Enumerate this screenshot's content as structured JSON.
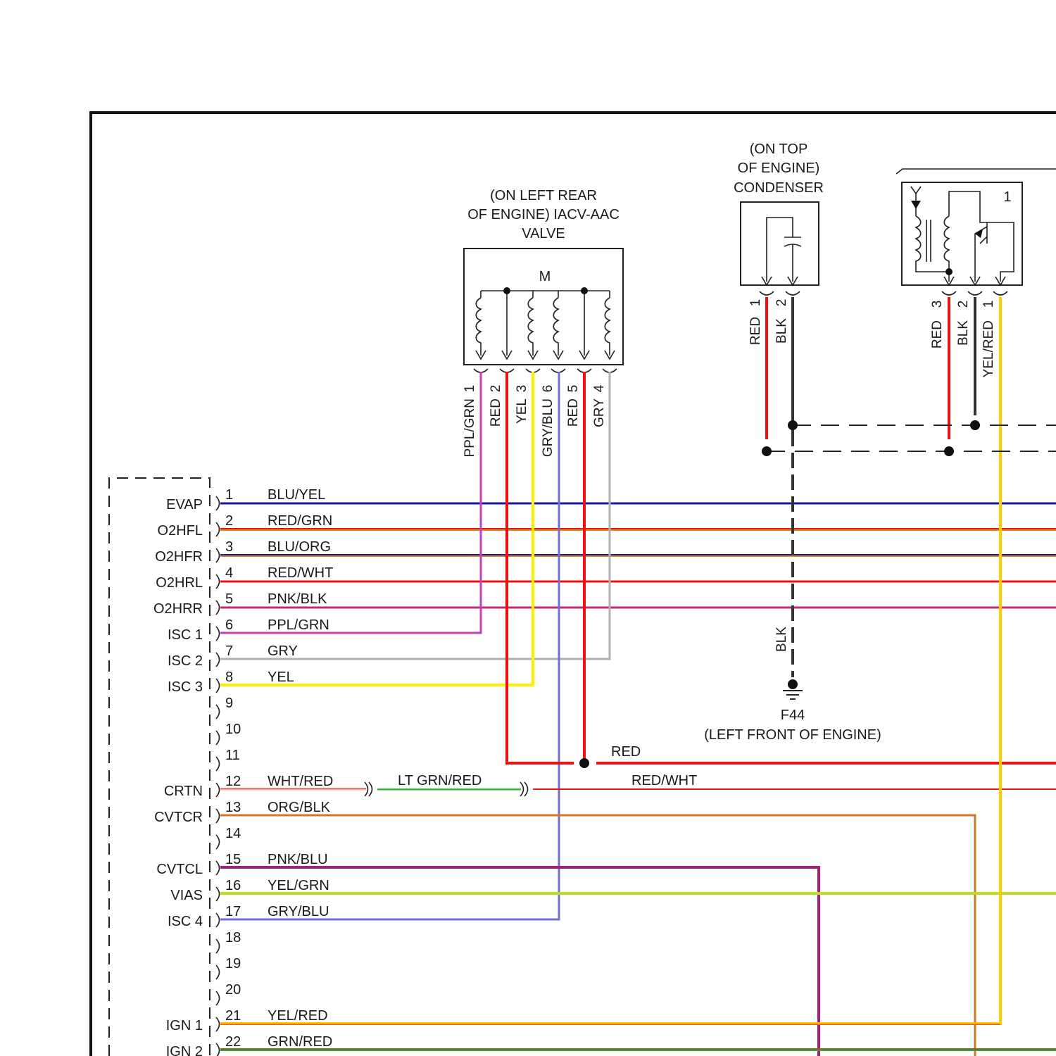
{
  "iacv": {
    "location_line1": "(ON LEFT REAR",
    "location_line2": "OF ENGINE) IACV-AAC",
    "location_line3": "VALVE",
    "motor_label": "M",
    "pins": [
      {
        "pin": "1",
        "wire": "PPL/GRN"
      },
      {
        "pin": "2",
        "wire": "RED"
      },
      {
        "pin": "3",
        "wire": "YEL"
      },
      {
        "pin": "6",
        "wire": "GRY/BLU"
      },
      {
        "pin": "5",
        "wire": "RED"
      },
      {
        "pin": "4",
        "wire": "GRY"
      }
    ]
  },
  "condenser": {
    "line1": "(ON TOP",
    "line2": "OF ENGINE)",
    "line3": "CONDENSER",
    "pins": [
      {
        "pin": "1",
        "wire": "RED"
      },
      {
        "pin": "2",
        "wire": "BLK"
      }
    ]
  },
  "ignition_coil": {
    "unit_number": "1",
    "pins": [
      {
        "pin": "3",
        "wire": "RED"
      },
      {
        "pin": "2",
        "wire": "BLK"
      },
      {
        "pin": "1",
        "wire": "YEL/RED"
      }
    ]
  },
  "ground": {
    "wire": "BLK",
    "id": "F44",
    "location": "(LEFT FRONT OF ENGINE)"
  },
  "splice_labels": {
    "red_bus": "RED",
    "red_wht": "RED/WHT",
    "lt_grn_red": "LT GRN/RED"
  },
  "ecm_pins": [
    {
      "pin": "1",
      "signal": "EVAP",
      "wire": "BLU/YEL"
    },
    {
      "pin": "2",
      "signal": "O2HFL",
      "wire": "RED/GRN"
    },
    {
      "pin": "3",
      "signal": "O2HFR",
      "wire": "BLU/ORG"
    },
    {
      "pin": "4",
      "signal": "O2HRL",
      "wire": "RED/WHT"
    },
    {
      "pin": "5",
      "signal": "O2HRR",
      "wire": "PNK/BLK"
    },
    {
      "pin": "6",
      "signal": "ISC 1",
      "wire": "PPL/GRN"
    },
    {
      "pin": "7",
      "signal": "ISC 2",
      "wire": "GRY"
    },
    {
      "pin": "8",
      "signal": "ISC 3",
      "wire": "YEL"
    },
    {
      "pin": "9",
      "signal": "",
      "wire": ""
    },
    {
      "pin": "10",
      "signal": "",
      "wire": ""
    },
    {
      "pin": "11",
      "signal": "",
      "wire": ""
    },
    {
      "pin": "12",
      "signal": "CRTN",
      "wire": "WHT/RED"
    },
    {
      "pin": "13",
      "signal": "CVTCR",
      "wire": "ORG/BLK"
    },
    {
      "pin": "14",
      "signal": "",
      "wire": ""
    },
    {
      "pin": "15",
      "signal": "CVTCL",
      "wire": "PNK/BLU"
    },
    {
      "pin": "16",
      "signal": "VIAS",
      "wire": "YEL/GRN"
    },
    {
      "pin": "17",
      "signal": "ISC 4",
      "wire": "GRY/BLU"
    },
    {
      "pin": "18",
      "signal": "",
      "wire": ""
    },
    {
      "pin": "19",
      "signal": "",
      "wire": ""
    },
    {
      "pin": "20",
      "signal": "",
      "wire": ""
    },
    {
      "pin": "21",
      "signal": "IGN 1",
      "wire": "YEL/RED"
    },
    {
      "pin": "22",
      "signal": "IGN 2",
      "wire": "GRN/RED"
    }
  ],
  "wire_colors": {
    "red": "#ee1111",
    "blue": "#1a1aa0",
    "yellow": "#ffee00",
    "gray": "#b0b0b0",
    "purple": "#c040c0",
    "black": "#333333",
    "orange": "#e08a2a",
    "green": "#33aa33"
  }
}
